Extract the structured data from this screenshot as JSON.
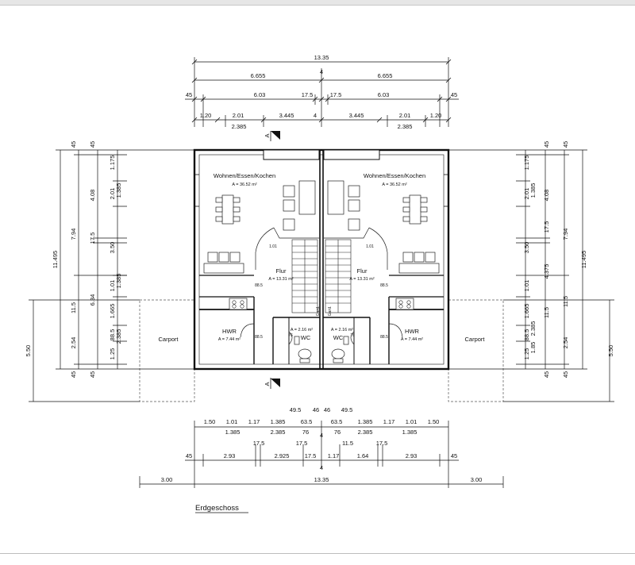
{
  "drawing": {
    "title": "Erdgeschoss",
    "section_marker": "A"
  },
  "rooms": {
    "wohnen_label": "Wohnen/Essen/Kochen",
    "wohnen_area": "A = 36.52 m²",
    "flur_label": "Flur",
    "flur_area": "A = 13.31 m²",
    "hwr_label": "HWR",
    "hwr_area": "A = 7.44 m²",
    "wc_label": "WC",
    "wc_area": "A = 2.16 m²",
    "carport_label": "Carport",
    "gard_label": "Gard."
  },
  "door_labels": {
    "d101": "1.01",
    "d885": "88.5",
    "d76": "76"
  },
  "dims_top": {
    "total": "13.35",
    "half": "6.655",
    "wall": "4",
    "inner": "6.03",
    "outer": "45",
    "party": "17.5",
    "w120": "1.20",
    "w201": "2.01",
    "w3445": "3.445",
    "w2385": "2.385"
  },
  "dims_side": {
    "total": "11.495",
    "d794": "7.94",
    "d408": "4.08",
    "d350": "3.50",
    "d634": "6.34",
    "d254": "2.54",
    "d115": "11.5",
    "d175": "17.5",
    "d1175": "1.175",
    "d201": "2.01",
    "d1385": "1.385",
    "d101": "1.01",
    "d1665": "1.665",
    "d885": "88.5",
    "d2385": "2.385",
    "d125": "1.25",
    "d185": "1.85",
    "d4375": "4.375",
    "d45": "45",
    "d550": "5.50"
  },
  "dims_bottom": {
    "b150": "1.50",
    "b101": "1.01",
    "b117": "1.17",
    "b1385": "1.385",
    "b495": "49.5",
    "b46": "46",
    "b635": "63.5",
    "b2385": "2.385",
    "b76": "76",
    "b4": "4",
    "b175": "17.5",
    "b115": "11.5",
    "b293": "2.93",
    "b2925": "2.925",
    "b164": "1.64",
    "b45": "45",
    "b300": "3.00",
    "b1335": "13.35"
  }
}
